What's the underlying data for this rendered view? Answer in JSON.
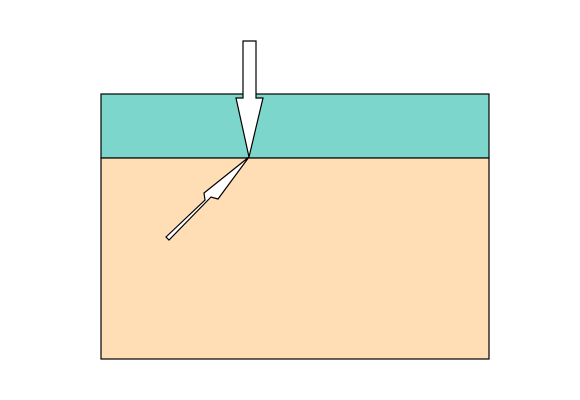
{
  "diagram": {
    "layers": [
      {
        "name": "top-layer",
        "color": "#7dd6cb"
      },
      {
        "name": "bottom-layer",
        "color": "#ffdeb5"
      }
    ],
    "arrows": [
      {
        "name": "incident-arrow",
        "fill": "#ffffff"
      },
      {
        "name": "refracted-arrow",
        "fill": "#ffffff"
      }
    ],
    "stroke_color": "#000000",
    "background": "#ffffff"
  }
}
